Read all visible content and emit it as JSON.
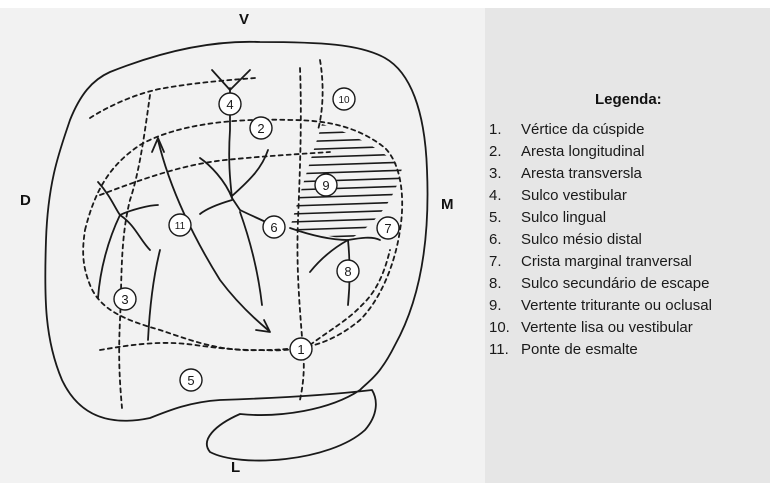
{
  "orientation": {
    "top": "V",
    "bottom": "L",
    "left": "D",
    "right": "M"
  },
  "markers": [
    "1",
    "2",
    "3",
    "4",
    "5",
    "6",
    "7",
    "8",
    "9",
    "10",
    "11"
  ],
  "legend": {
    "title": "Legenda:",
    "items": [
      {
        "num": "1.",
        "text": "Vértice da cúspide"
      },
      {
        "num": "2.",
        "text": "Aresta longitudinal"
      },
      {
        "num": "3.",
        "text": "Aresta transversla"
      },
      {
        "num": "4.",
        "text": "Sulco vestibular"
      },
      {
        "num": "5.",
        "text": "Sulco lingual"
      },
      {
        "num": "6.",
        "text": "Sulco mésio distal"
      },
      {
        "num": "7.",
        "text": "Crista marginal tranversal"
      },
      {
        "num": "8.",
        "text": "Sulco secundário de escape"
      },
      {
        "num": "9.",
        "text": "Vertente triturante ou oclusal"
      },
      {
        "num": "10.",
        "text": "Vertente lisa ou vestibular"
      },
      {
        "num": "11.",
        "text": "Ponte de esmalte"
      }
    ]
  },
  "colors": {
    "background": "#ffffff",
    "figure": "#f2f2f2",
    "legend_panel": "#e6e6e6",
    "ink": "#1a1a1a"
  }
}
